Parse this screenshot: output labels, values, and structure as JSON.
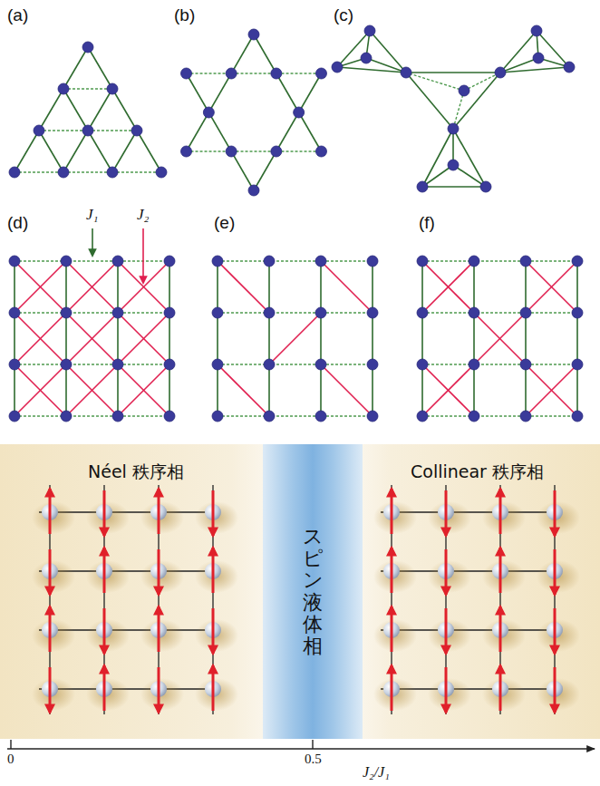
{
  "diagram": {
    "nodes": [
      {
        "text": [
          "Néel 秩序相"
        ]
      },
      {
        "text": [
          "スピン液体相"
        ]
      },
      {
        "text": [
          "Collinear 秩序相"
        ]
      }
    ],
    "labels": [
      "(a)",
      "(b)",
      "(c)",
      "(d)",
      "J₁",
      "J₂",
      "(e)",
      "(f)",
      "0",
      "0.5",
      "J₂/J₁"
    ]
  }
}
